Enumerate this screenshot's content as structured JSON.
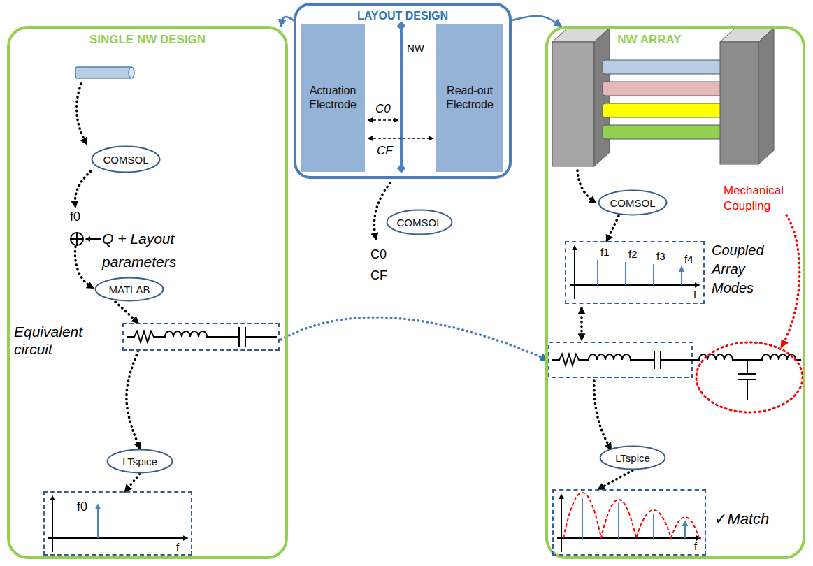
{
  "diagram": {
    "nodes": [
      {
        "text": [
          "SINGLE NW DESIGN"
        ]
      },
      {
        "text": [
          "LAYOUT DESIGN"
        ]
      },
      {
        "text": [
          "Actuation Electrode"
        ],
        "in": 1
      },
      {
        "text": [
          "Read-out Electrode"
        ],
        "in": 1
      },
      {
        "text": [
          "NW ARRAY"
        ]
      },
      {
        "text": [
          "COMSOL"
        ],
        "in": 0
      },
      {
        "text": [
          "MATLAB"
        ],
        "in": 0
      },
      {
        "text": [
          "Equivalent circuit"
        ],
        "in": 0
      },
      {
        "text": [
          "LTspice"
        ],
        "in": 0
      },
      {
        "text": [
          "f0"
        ],
        "in": 0
      },
      {
        "text": [
          "COMSOL"
        ]
      },
      {
        "text": [
          "COMSOL"
        ],
        "in": 4
      },
      {
        "text": [
          "f1",
          "f2",
          "f3",
          "f4",
          "Coupled Array Modes"
        ],
        "in": 4
      },
      {
        "text": [
          "LTspice"
        ],
        "in": 4
      },
      {
        "text": [
          "✓Match"
        ],
        "in": 4
      }
    ],
    "edges": [
      {
        "from": 1,
        "to": 0,
        "arrow": "to"
      },
      {
        "from": 1,
        "to": 4,
        "arrow": "to"
      },
      {
        "from": 6,
        "to": 7,
        "arrow": "to"
      },
      {
        "from": 7,
        "to": 8,
        "arrow": "to"
      },
      {
        "from": 8,
        "to": 9,
        "arrow": "to"
      },
      {
        "from": 11,
        "to": 12,
        "arrow": "to"
      },
      {
        "from": 13,
        "to": 14,
        "arrow": "to"
      }
    ],
    "labels": [
      "NW",
      "C0",
      "CF",
      "C0",
      "CF",
      "f0",
      "Q + Layout parameters",
      "Mechanical Coupling",
      "f",
      "f",
      "f"
    ]
  }
}
